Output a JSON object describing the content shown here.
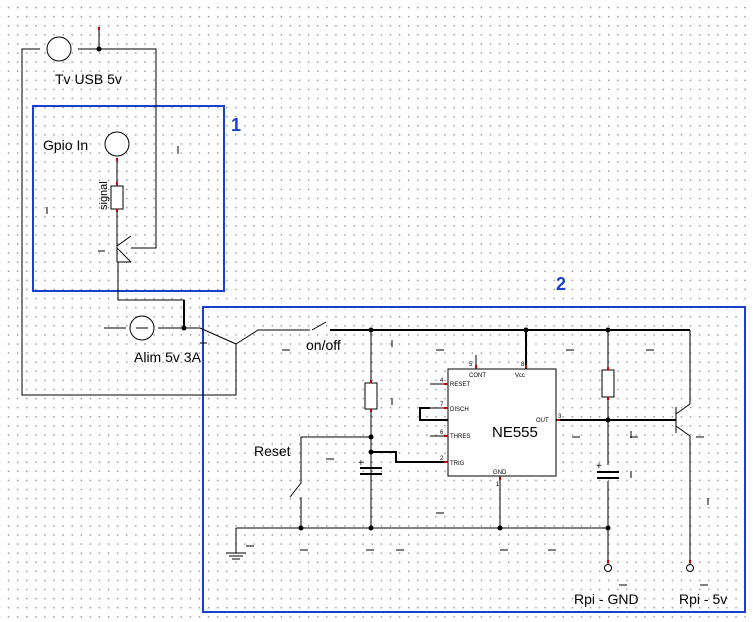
{
  "components": {
    "tv_usb": "Tv USB 5v",
    "gpio_in": "Gpio In",
    "signal_resistor": "signal",
    "alim": "Alim 5v 3A",
    "switch": "on/off",
    "reset": "Reset",
    "ic_name": "NE555",
    "output_gnd": "Rpi - GND",
    "output_5v": "Rpi - 5v"
  },
  "ic_pins": {
    "reset": "RESET",
    "disch": "DISCH",
    "thres": "THRES",
    "trig": "TRIG",
    "cont": "CONT",
    "vcc": "Vcc",
    "out": "OUT",
    "gnd": "GND",
    "n4": "4",
    "n7": "7",
    "n6": "6",
    "n2": "2",
    "n5": "5",
    "n8": "8",
    "n3": "3",
    "n1": "1"
  },
  "blocks": {
    "block1": "1",
    "block2": "2"
  },
  "colors": {
    "wire": "#000000",
    "block_border": "#1a3fd0",
    "pin_marker": "#cc0000"
  }
}
